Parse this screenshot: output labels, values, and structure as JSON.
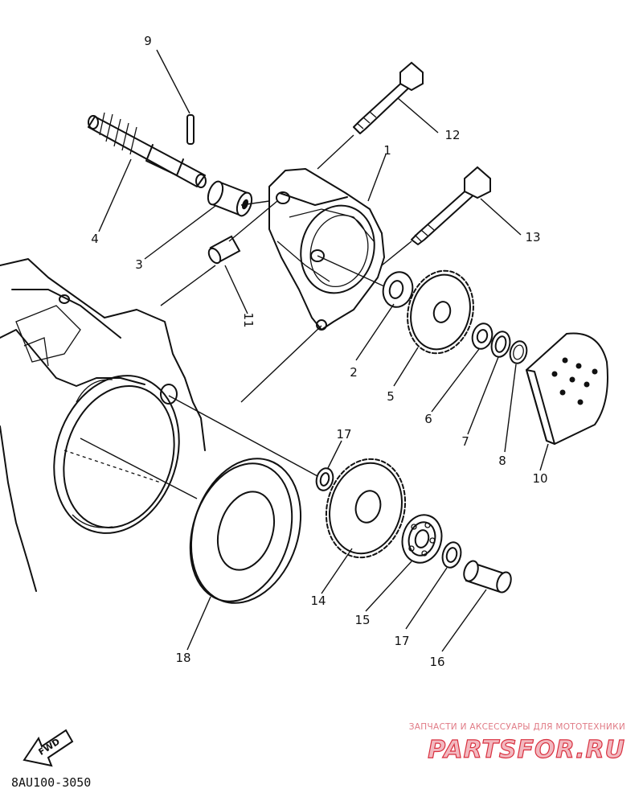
{
  "diagram_code": "8AU100-3050",
  "fwd_label": "FWD",
  "watermark": {
    "tagline": "ЗАПЧАСТИ И АКСЕССУАРЫ ДЛЯ МОТОТЕХНИКИ",
    "brand": "PARTSFOR.RU"
  },
  "callouts": [
    {
      "id": "c1",
      "label": "1"
    },
    {
      "id": "c2",
      "label": "2"
    },
    {
      "id": "c3",
      "label": "3"
    },
    {
      "id": "c4",
      "label": "4"
    },
    {
      "id": "c5",
      "label": "5"
    },
    {
      "id": "c6",
      "label": "6"
    },
    {
      "id": "c7",
      "label": "7"
    },
    {
      "id": "c8",
      "label": "8"
    },
    {
      "id": "c9",
      "label": "9"
    },
    {
      "id": "c10",
      "label": "10"
    },
    {
      "id": "c11",
      "label": "11"
    },
    {
      "id": "c12",
      "label": "12"
    },
    {
      "id": "c13",
      "label": "13"
    },
    {
      "id": "c14",
      "label": "14"
    },
    {
      "id": "c15",
      "label": "15"
    },
    {
      "id": "c16",
      "label": "16"
    },
    {
      "id": "c17a",
      "label": "17"
    },
    {
      "id": "c17b",
      "label": "17"
    },
    {
      "id": "c18",
      "label": "18"
    }
  ]
}
